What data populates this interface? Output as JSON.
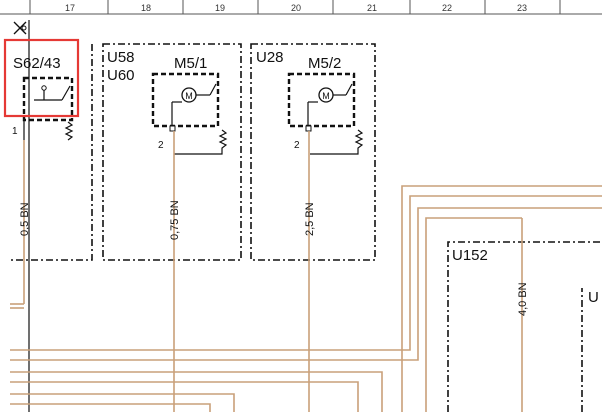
{
  "ruler": {
    "columns": [
      "17",
      "18",
      "19",
      "20",
      "21",
      "22",
      "23"
    ]
  },
  "components": {
    "s62": {
      "label": "S62/43",
      "pin": "1"
    },
    "u58": {
      "label_top": "U58",
      "label_bottom": "U60"
    },
    "m51": {
      "label": "M5/1",
      "pin": "2",
      "motor_symbol": "M"
    },
    "u28": {
      "label": "U28"
    },
    "m52": {
      "label": "M5/2",
      "pin": "2",
      "motor_symbol": "M"
    },
    "u152": {
      "label": "U152"
    },
    "u_right": {
      "label": "U"
    }
  },
  "wires": {
    "w1": "0,5 BN",
    "w2": "0,75 BN",
    "w3": "2,5 BN",
    "w4": "4,0 BN"
  },
  "colors": {
    "wire": "#c9a07a",
    "highlight": "#e53935"
  }
}
